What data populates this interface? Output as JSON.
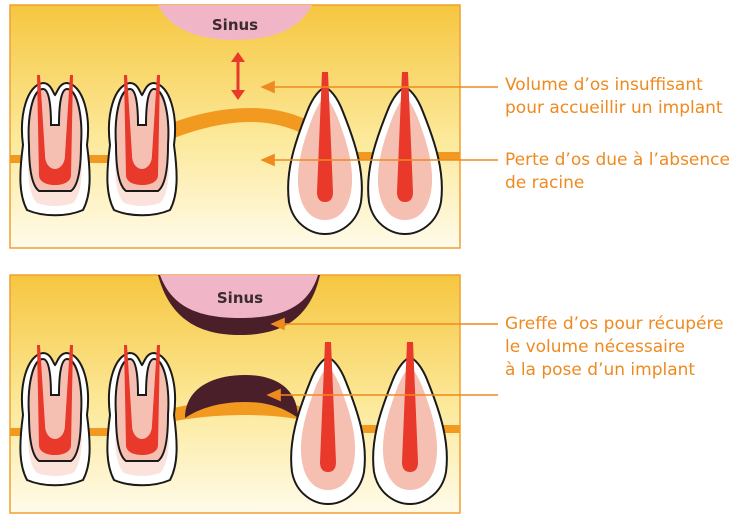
{
  "top_panel": {
    "sinus_label": "Sinus",
    "annotation_1": [
      "Volume d’os insuffisant",
      "pour accueillir un implant"
    ],
    "annotation_2": [
      "Perte d’os due à l’absence",
      "de racine"
    ]
  },
  "bottom_panel": {
    "sinus_label": "Sinus",
    "annotation_1": [
      "Greffe d’os pour récupére",
      "le volume nécessaire",
      "à la pose d’un implant"
    ]
  },
  "colors": {
    "panel_border": "#f0a030",
    "gum_gradient_top": "#f6c640",
    "gum_gradient_bottom": "#fffbe6",
    "bone": "#f29a1f",
    "sinus": "#f0b6c8",
    "graft": "#4a1f2a",
    "tooth_pulp": "#e8392b",
    "tooth_root": "#f6c0b4",
    "tooth_crown": "#fbe8e2",
    "annotation": "#ee8a1f"
  },
  "icons": [
    "double-arrow-icon",
    "pointer-arrow-icon"
  ]
}
